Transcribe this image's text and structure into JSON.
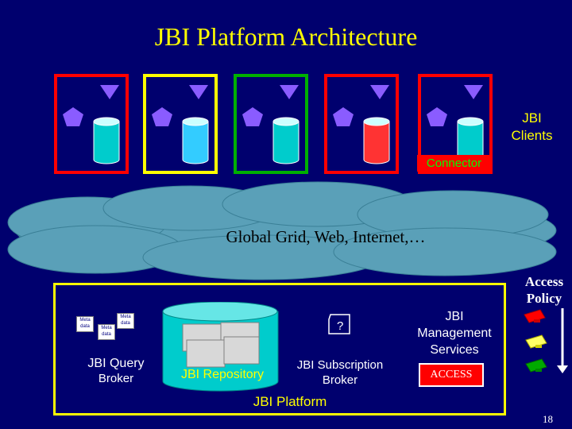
{
  "title": "JBI Platform Architecture",
  "clients": [
    {
      "border_color": "#ff0000",
      "cylinder_color": "#00cccc"
    },
    {
      "border_color": "#ffff00",
      "cylinder_color": "#33ccff"
    },
    {
      "border_color": "#00b000",
      "cylinder_color": "#00cccc"
    },
    {
      "border_color": "#ff0000",
      "cylinder_color": "#ff3333"
    },
    {
      "border_color": "#ff0000",
      "cylinder_color": "#00cccc"
    }
  ],
  "clients_label": {
    "line1": "JBI",
    "line2": "Clients"
  },
  "connector_label": "Connector",
  "cloud_label": "Global Grid, Web, Internet,…",
  "platform": {
    "query_broker": {
      "line1": "JBI Query",
      "line2": "Broker",
      "doc_text": "Meta data"
    },
    "repository_label": "JBI Repository",
    "subscription_broker": {
      "line1": "JBI Subscription",
      "line2": "Broker"
    },
    "management_services": {
      "line1": "JBI",
      "line2": "Management",
      "line3": "Services"
    },
    "access_badge": "ACCESS",
    "platform_label": "JBI Platform"
  },
  "access_policy": {
    "line1": "Access",
    "line2": "Policy"
  },
  "slide_number": "18",
  "colors": {
    "background": "#00006e",
    "accent_yellow": "#ffff00",
    "pentagon": "#8a5cff",
    "cloud": "#5aa0b8",
    "connector_bg": "#ff0000",
    "connector_text": "#00ff00"
  },
  "icons": [
    "pentagon-icon",
    "triangle-icon",
    "cylinder-icon",
    "document-icon",
    "key-icon",
    "arrow-down-icon"
  ]
}
